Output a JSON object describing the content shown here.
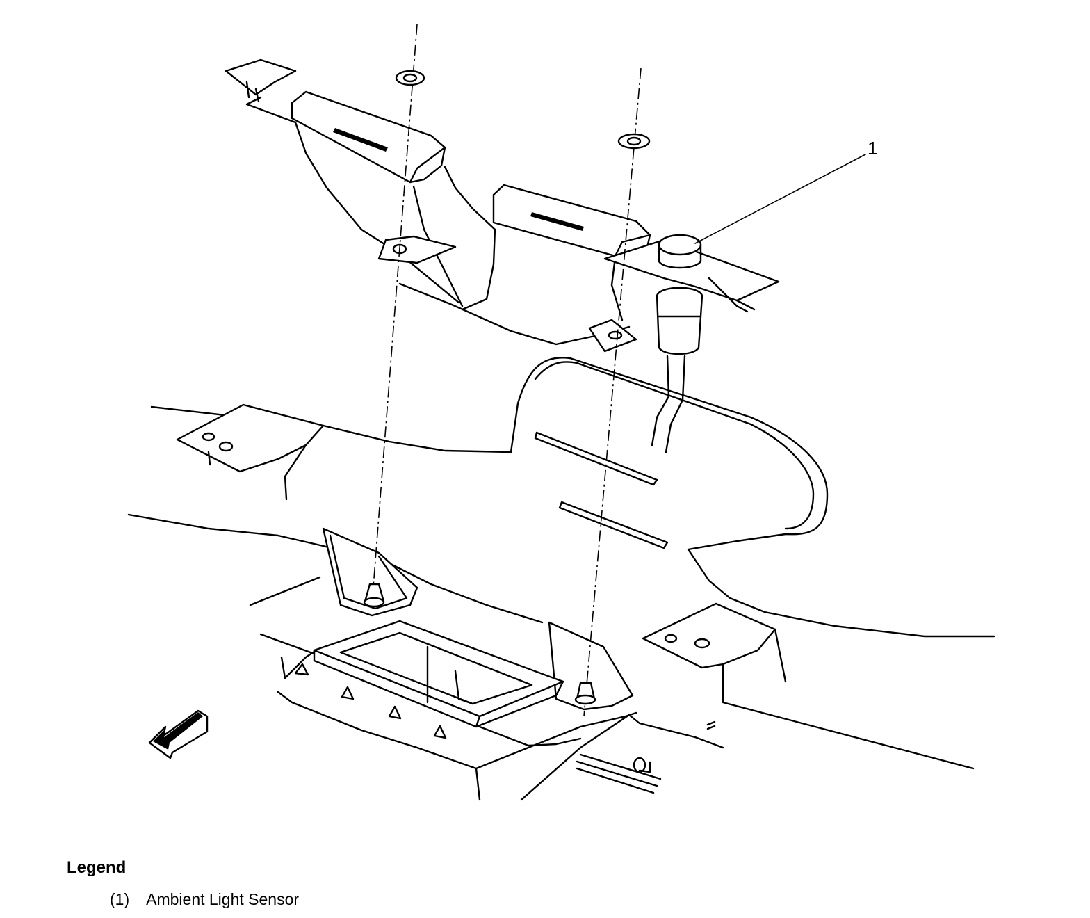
{
  "callouts": [
    {
      "number": "1"
    }
  ],
  "legend": {
    "title": "Legend",
    "items": [
      {
        "number": "(1)",
        "label": "Ambient Light Sensor"
      }
    ]
  },
  "icons": {
    "direction_arrow": "front-direction-arrow-icon",
    "fastener": "push-pin-retainer-icon"
  },
  "colors": {
    "line": "#000000",
    "background": "#ffffff"
  }
}
